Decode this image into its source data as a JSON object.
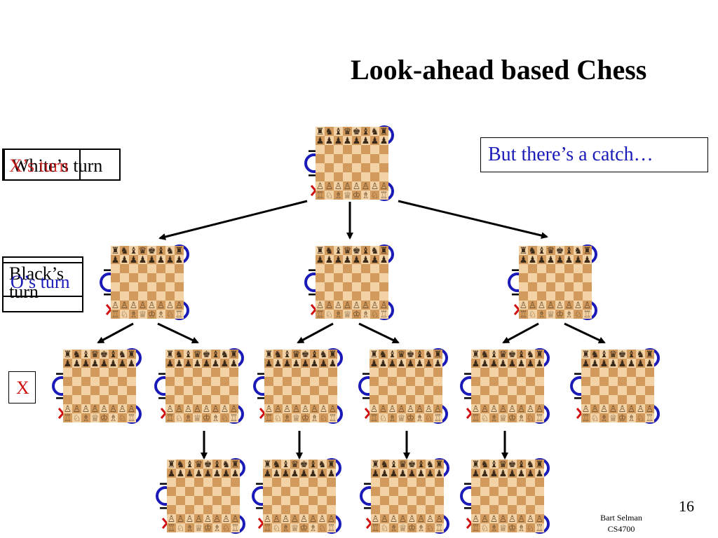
{
  "title": "Look-ahead based Chess",
  "catch_note": "But there’s a catch…",
  "labels": {
    "white_turn": "White’s turn",
    "x_turn": "X’s turn",
    "black_turn": "Black’s turn",
    "o_turn": "O’s turn",
    "x_mark": "X"
  },
  "colors": {
    "x_red": "#d01010",
    "o_blue": "#1a1ab8",
    "light_square": "#f3d3a6",
    "dark_square": "#d29a5c"
  },
  "tree": {
    "levels": [
      "White’s turn",
      "Black’s turn",
      "X",
      ""
    ],
    "root_children": 3,
    "level2_children_per_node": 2,
    "level3_children": 4
  },
  "slide_number": "16",
  "footer": {
    "author": "Bart Selman",
    "course": "CS4700"
  }
}
